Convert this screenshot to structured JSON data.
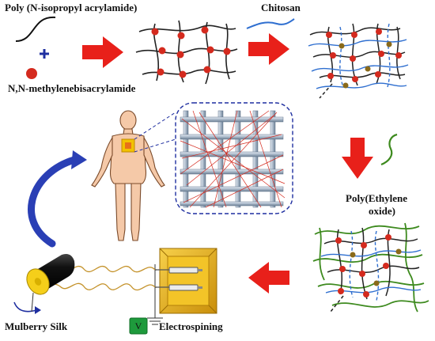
{
  "labels": {
    "pnipam": "Poly (N-isopropyl acrylamide)",
    "mba": "N,N-methylenebisacrylamide",
    "chitosan": "Chitosan",
    "peo_line1": "Poly(Ethylene",
    "peo_line2": "oxide)",
    "silk": "Mulberry Silk",
    "electrospinning": "Electrospining",
    "voltage": "V"
  },
  "symbols": {
    "plus": "+"
  },
  "colors": {
    "arrow_red": "#e8201a",
    "arrow_blue": "#2a3fb5",
    "crosslinker_red": "#d42a1e",
    "chitosan_blue": "#2f6fd0",
    "peo_green": "#3d8a1e",
    "dashed_frame": "#1f2fa0",
    "skin": "#f5c9a8",
    "patch_yellow": "#f2c200",
    "box_gold": "#d9a514",
    "fiber_gold": "#c4922a",
    "voltage_green": "#1e9a3c"
  }
}
